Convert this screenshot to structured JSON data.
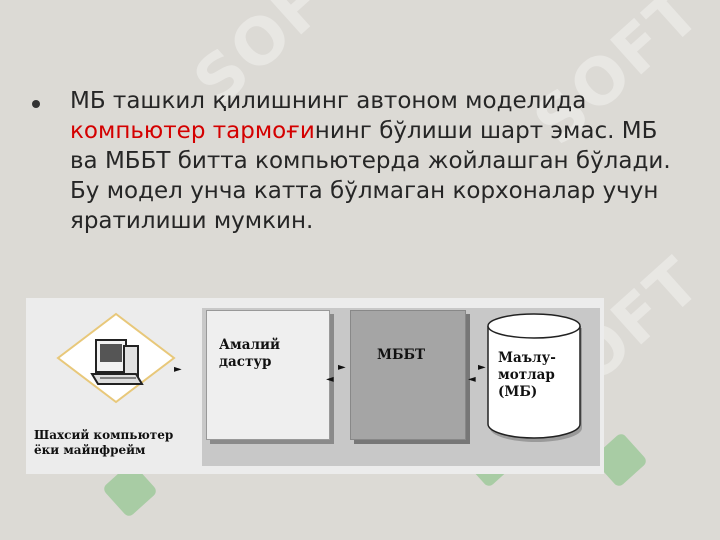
{
  "bullet": {
    "part1": "МБ ташкил қилишнинг автоном моделида ",
    "highlight": "компьютер тармоғи",
    "part2": "нинг бўлиши шарт эмас. МБ ва МББТ битта компьютерда жойлашган бўлади. Бу модел унча катта бўлмаган корхоналар учун яратилиши мумкин."
  },
  "diagram": {
    "pc_label": "Шахсий компьютер ёки майнфрейм",
    "app_label": "Амалий дастур",
    "dbms_label": "МББТ",
    "db_label": "Маълу-мотлар (МБ)"
  },
  "colors": {
    "highlight": "#d40000",
    "background": "#dcdad5",
    "watermark": "#49b34a"
  },
  "icons": [
    "computer-icon",
    "watermark-soft-logo"
  ]
}
